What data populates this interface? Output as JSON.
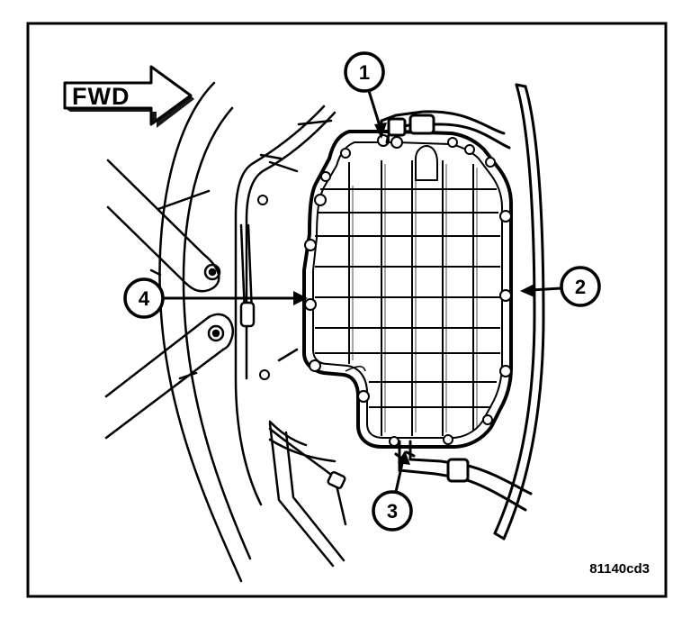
{
  "diagram": {
    "direction_label": "FWD",
    "callouts": [
      "1",
      "2",
      "3",
      "4"
    ],
    "figure_id": "81140cd3"
  }
}
